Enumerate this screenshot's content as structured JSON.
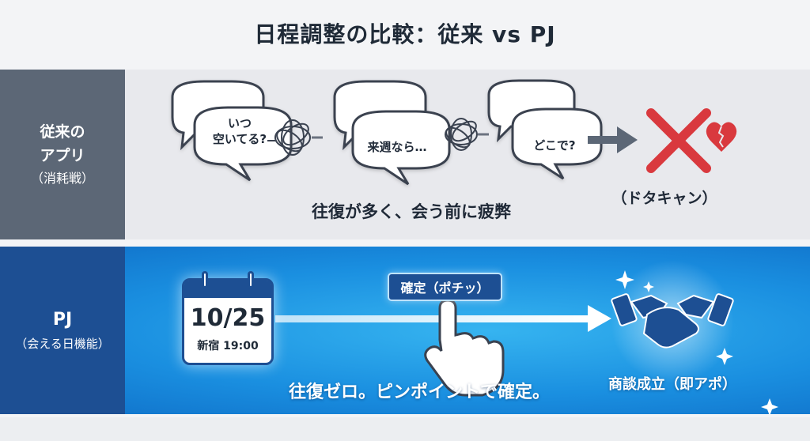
{
  "title": "日程調整の比較：従来 vs PJ",
  "traditional": {
    "label_line1": "従来の",
    "label_line2": "アプリ",
    "label_line3": "（消耗戦）",
    "bubbles": [
      {
        "line1": "いつ",
        "line2": "空いてる?"
      },
      {
        "line1": "来週なら…",
        "line2": ""
      },
      {
        "line1": "どこで?",
        "line2": ""
      }
    ],
    "caption": "往復が多く、会う前に疲弊",
    "result": "（ドタキャン）",
    "icons": [
      "speech-bubble-icon",
      "tangle-icon",
      "arrow-right-icon",
      "cross-icon",
      "broken-heart-icon"
    ],
    "colors": {
      "cross": "#d9393e",
      "label_bg": "#5c6776"
    }
  },
  "pj": {
    "label_line1": "PJ",
    "label_line2": "（会える日機能）",
    "calendar_date": "10/25",
    "calendar_place": "新宿 19:00",
    "confirm_button": "確定（ポチッ）",
    "caption": "往復ゼロ。ピンポイントで確定。",
    "result": "商談成立（即アポ）",
    "icons": [
      "calendar-icon",
      "pointer-hand-icon",
      "arrow-right-icon",
      "handshake-icon",
      "sparkle-icon"
    ],
    "colors": {
      "label_bg": "#1d4f93",
      "accent": "#1a8fe0"
    }
  }
}
